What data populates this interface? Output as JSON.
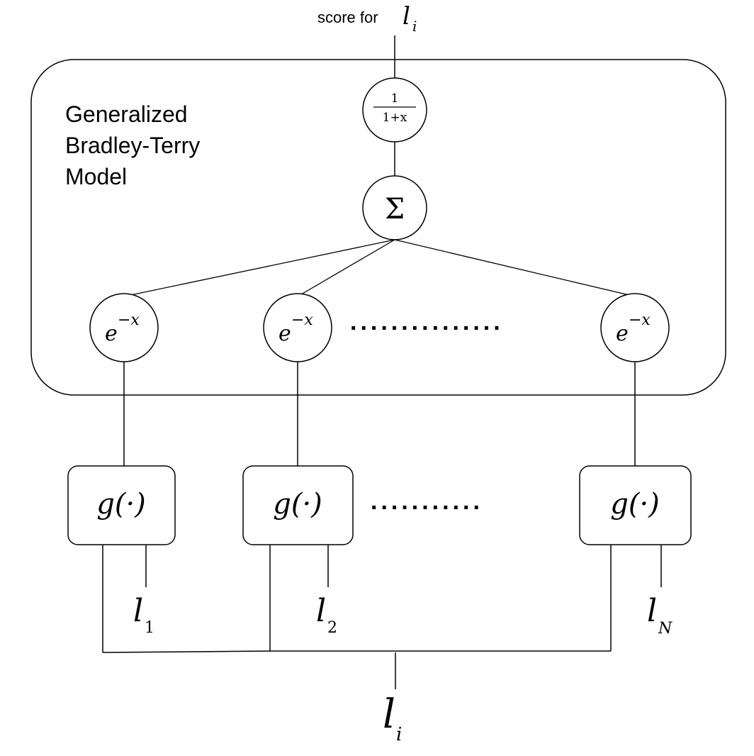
{
  "score": {
    "prefix": "score for",
    "var": "l",
    "sub": "i"
  },
  "model_label": {
    "line1": "Generalized",
    "line2": "Bradley-Terry",
    "line3": "Model"
  },
  "sigmoid_node": {
    "numerator": "1",
    "denominator": "1+x"
  },
  "sum_node": {
    "symbol": "Σ"
  },
  "exp_nodes": [
    {
      "base": "e",
      "exponent": "−x"
    },
    {
      "base": "e",
      "exponent": "−x"
    },
    {
      "base": "e",
      "exponent": "−x"
    }
  ],
  "g_boxes": [
    {
      "label": "g(·)"
    },
    {
      "label": "g(·)"
    },
    {
      "label": "g(·)"
    }
  ],
  "inputs": [
    {
      "var": "l",
      "sub": "1"
    },
    {
      "var": "l",
      "sub": "2"
    },
    {
      "var": "l",
      "sub": "N"
    }
  ],
  "bottom_input": {
    "var": "l",
    "sub": "i"
  },
  "ellipsis": {
    "dots_upper": "...............",
    "dots_lower": "..........."
  }
}
